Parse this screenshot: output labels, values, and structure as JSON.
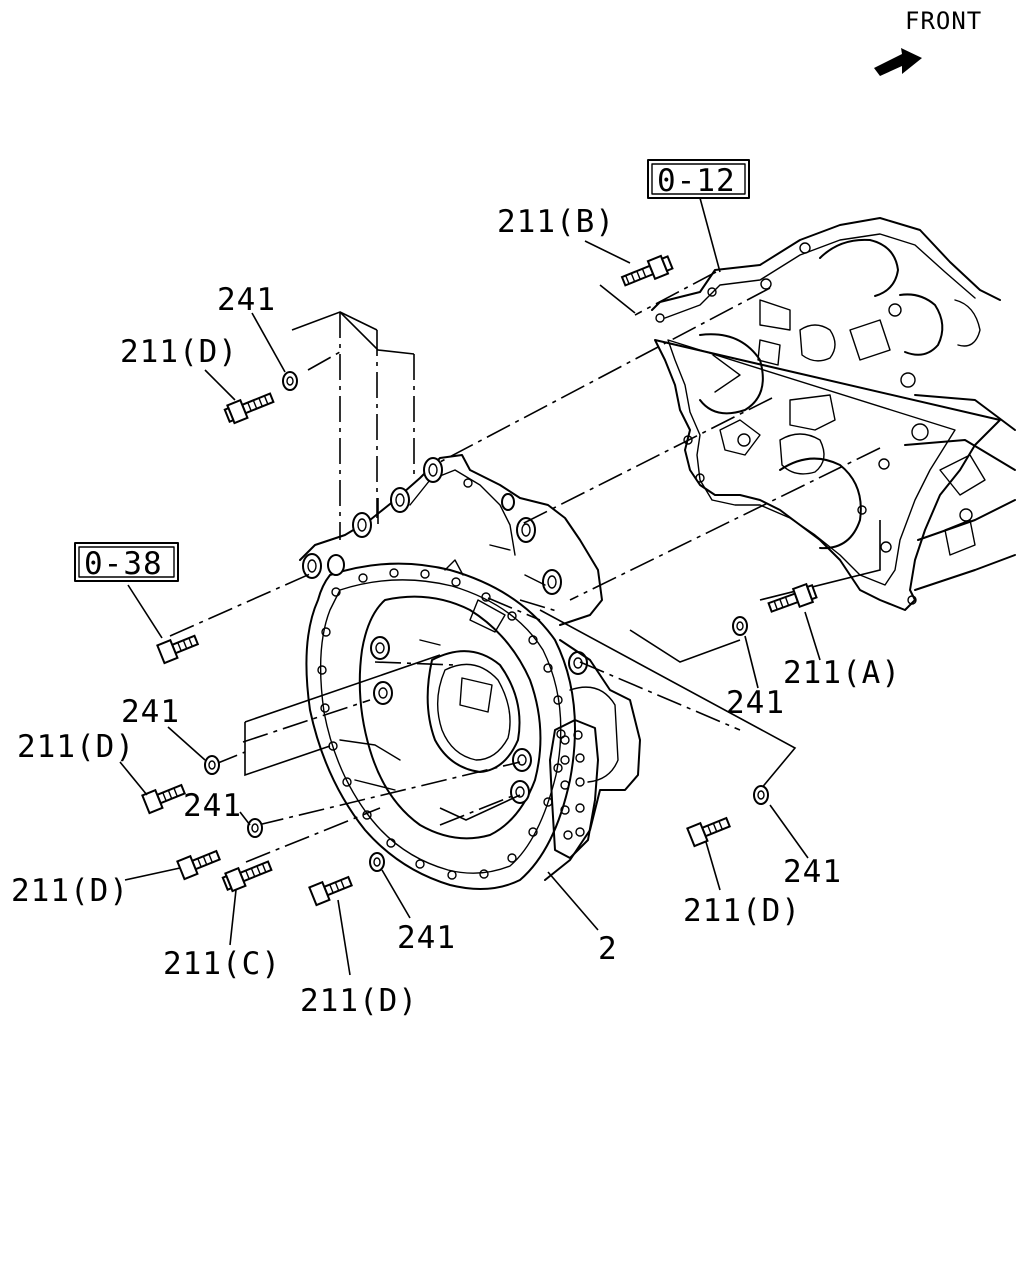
{
  "orientation": {
    "label": "FRONT"
  },
  "refs": {
    "block": "0-12",
    "housing_ref": "0-38"
  },
  "callouts": {
    "b211_B": "211(B)",
    "w241_top": "241",
    "b211_D_top": "211(D)",
    "b211_A": "211(A)",
    "w241_right1": "241",
    "w241_right2": "241",
    "b211_D_right": "211(D)",
    "w241_left1": "241",
    "b211_D_left1": "211(D)",
    "w241_left2": "241",
    "b211_D_left2": "211(D)",
    "b211_C": "211(C)",
    "w241_bottom": "241",
    "b211_D_bottom": "211(D)",
    "part_2": "2"
  }
}
